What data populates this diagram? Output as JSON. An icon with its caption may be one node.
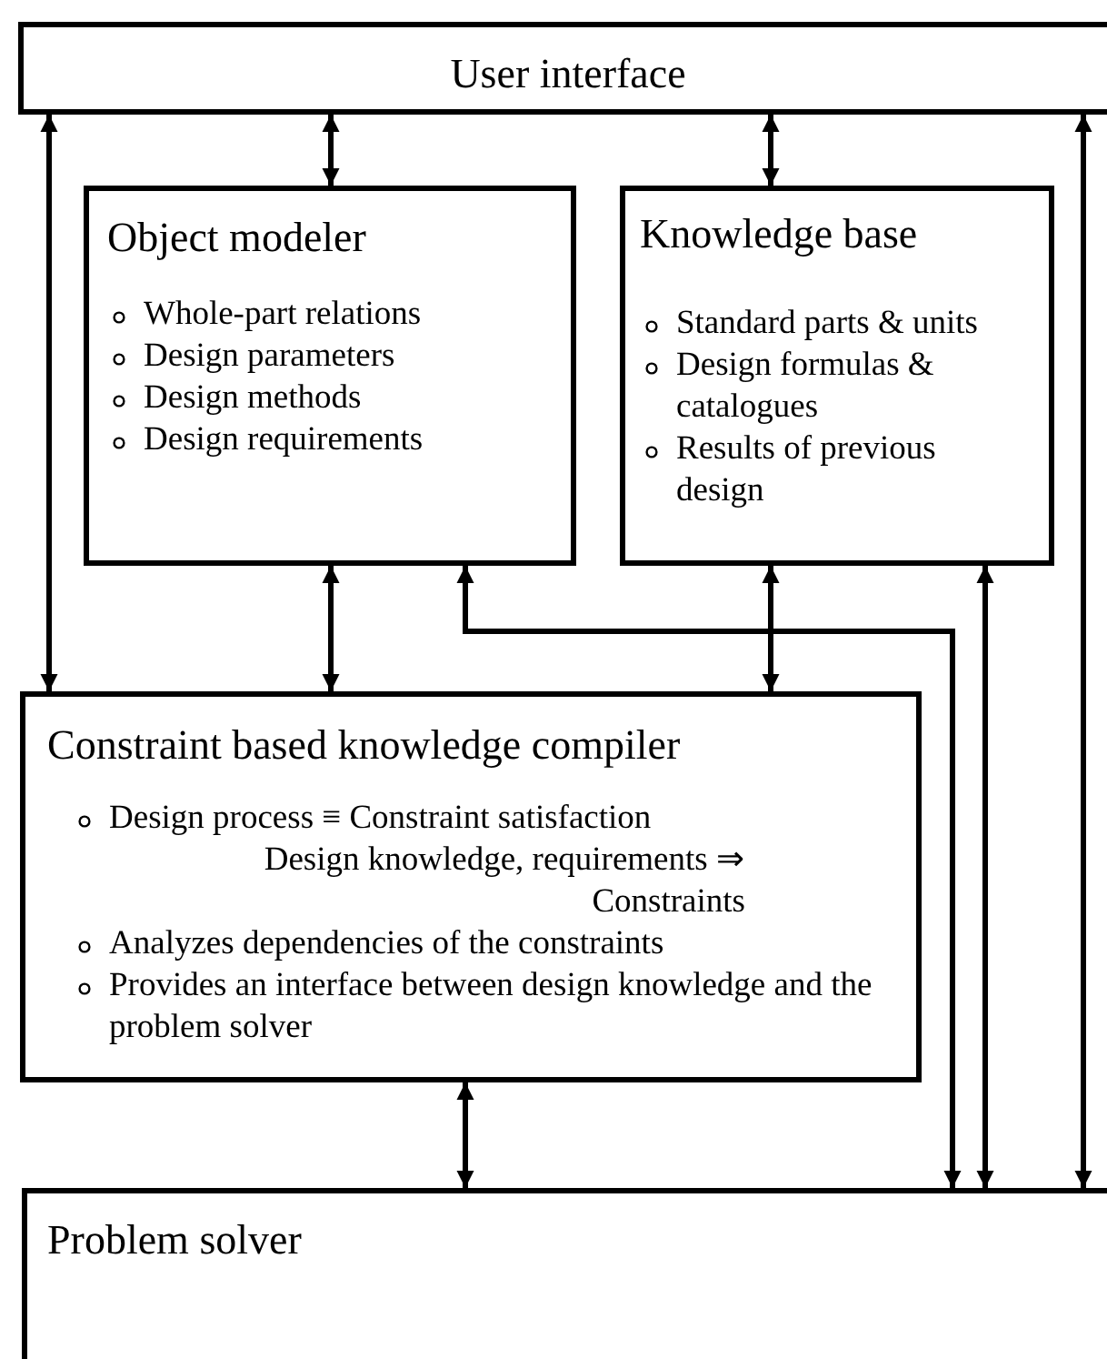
{
  "diagram": {
    "nodes": [
      {
        "text": [
          "User interface"
        ]
      },
      {
        "text": [
          "Object modeler",
          "Whole-part relations",
          "Design parameters",
          "Design methods",
          "Design requirements"
        ]
      },
      {
        "text": [
          "Knowledge base",
          "Standard parts & units",
          "Design formulas & catalogues",
          "Results of previous design"
        ]
      },
      {
        "text": [
          "Constraint based knowledge compiler",
          "Design process ≡ Constraint satisfaction",
          "Design knowledge, requirements ⇒ Constraints",
          "Analyzes dependencies of the constraints",
          "Provides an interface between design knowledge and the problem solver"
        ]
      },
      {
        "text": [
          "Problem solver"
        ]
      }
    ],
    "edges": [
      {
        "from": 0,
        "to": 3,
        "arrow": "both"
      },
      {
        "from": 0,
        "to": 1,
        "arrow": "both"
      },
      {
        "from": 0,
        "to": 2,
        "arrow": "both"
      },
      {
        "from": 0,
        "to": 4,
        "arrow": "both"
      },
      {
        "from": 1,
        "to": 3,
        "arrow": "both"
      },
      {
        "from": 1,
        "to": 4,
        "arrow": "both"
      },
      {
        "from": 2,
        "to": 3,
        "arrow": "both"
      },
      {
        "from": 2,
        "to": 4,
        "arrow": "both"
      },
      {
        "from": 3,
        "to": 4,
        "arrow": "both"
      }
    ]
  }
}
